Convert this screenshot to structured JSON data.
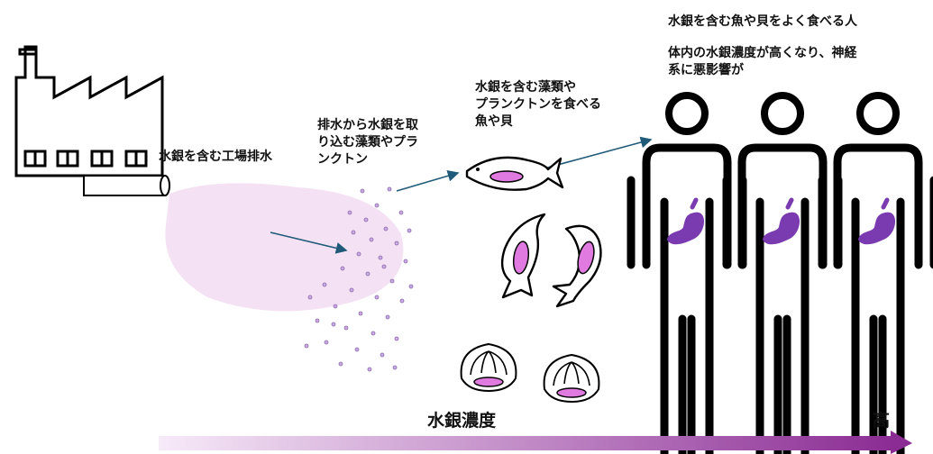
{
  "labels": {
    "factory_wastewater": "水銀を含む工場排水",
    "plankton_absorb": "排水から水銀を取\nり込む藻類やプラ\nンクトン",
    "fish_eat": "水銀を含む藻類や\nプランクトンを食べる\n魚や貝",
    "people_eat": "水銀を含む魚や貝をよく食べる人",
    "people_effect": "体内の水銀濃度が高くなり、神経\n系に悪影響が",
    "concentration_axis": "水銀濃度",
    "high_label": "高"
  },
  "icons": [
    "factory-icon",
    "pipe-icon",
    "fish-icon",
    "shell-icon",
    "person-icon",
    "stomach-icon"
  ],
  "colors": {
    "outline": "#000000",
    "water_cloud": "#f4e1f4",
    "particles": "#a78ac6",
    "arrow": "#1f5a78",
    "fish_fill": "#e07ae0",
    "stomach": "#7a3bb0",
    "gradient_start": "#f6e8f8",
    "gradient_end": "#8a2a92"
  }
}
